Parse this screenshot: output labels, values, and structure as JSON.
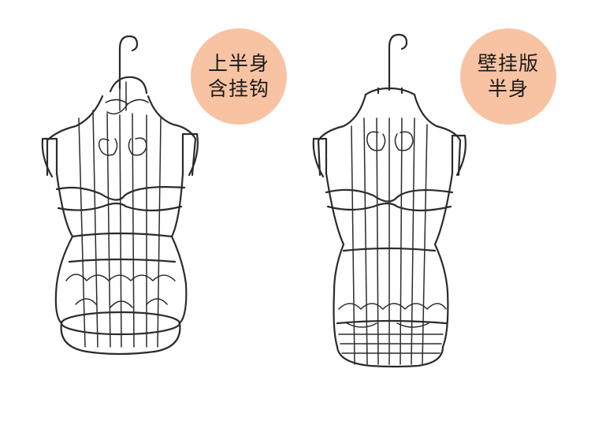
{
  "badges": {
    "left": {
      "line1": "上半身",
      "line2": "含挂钩"
    },
    "right": {
      "line1": "壁挂版",
      "line2": "半身"
    }
  },
  "colors": {
    "badge_fill": "#f7c3a3",
    "wire": "#2b2b2b",
    "background": "#ffffff"
  }
}
